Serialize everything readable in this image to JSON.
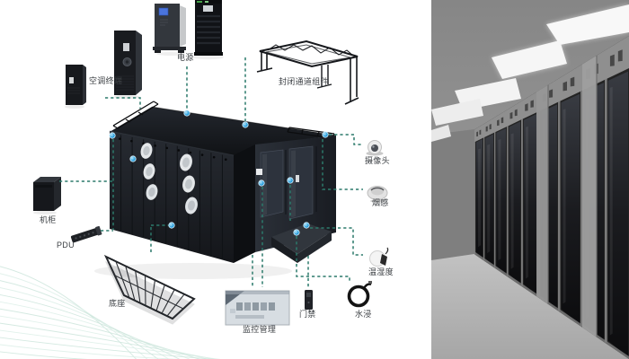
{
  "diagram": {
    "labels": {
      "ac_terminal": "空调终端",
      "power": "电源",
      "channel": "封闭通道组件",
      "camera": "摄像头",
      "smoke": "烟感",
      "temp_humidity": "温湿度",
      "water_leak": "水浸",
      "access": "门禁",
      "monitor": "监控管理",
      "rack": "机柜",
      "pdu": "PDU",
      "base": "底座"
    },
    "colors": {
      "dash_line": "#2c7a6b",
      "node_dot": "#2aa0de",
      "label_text": "#3d4145",
      "wave": "#cde5dc"
    }
  }
}
